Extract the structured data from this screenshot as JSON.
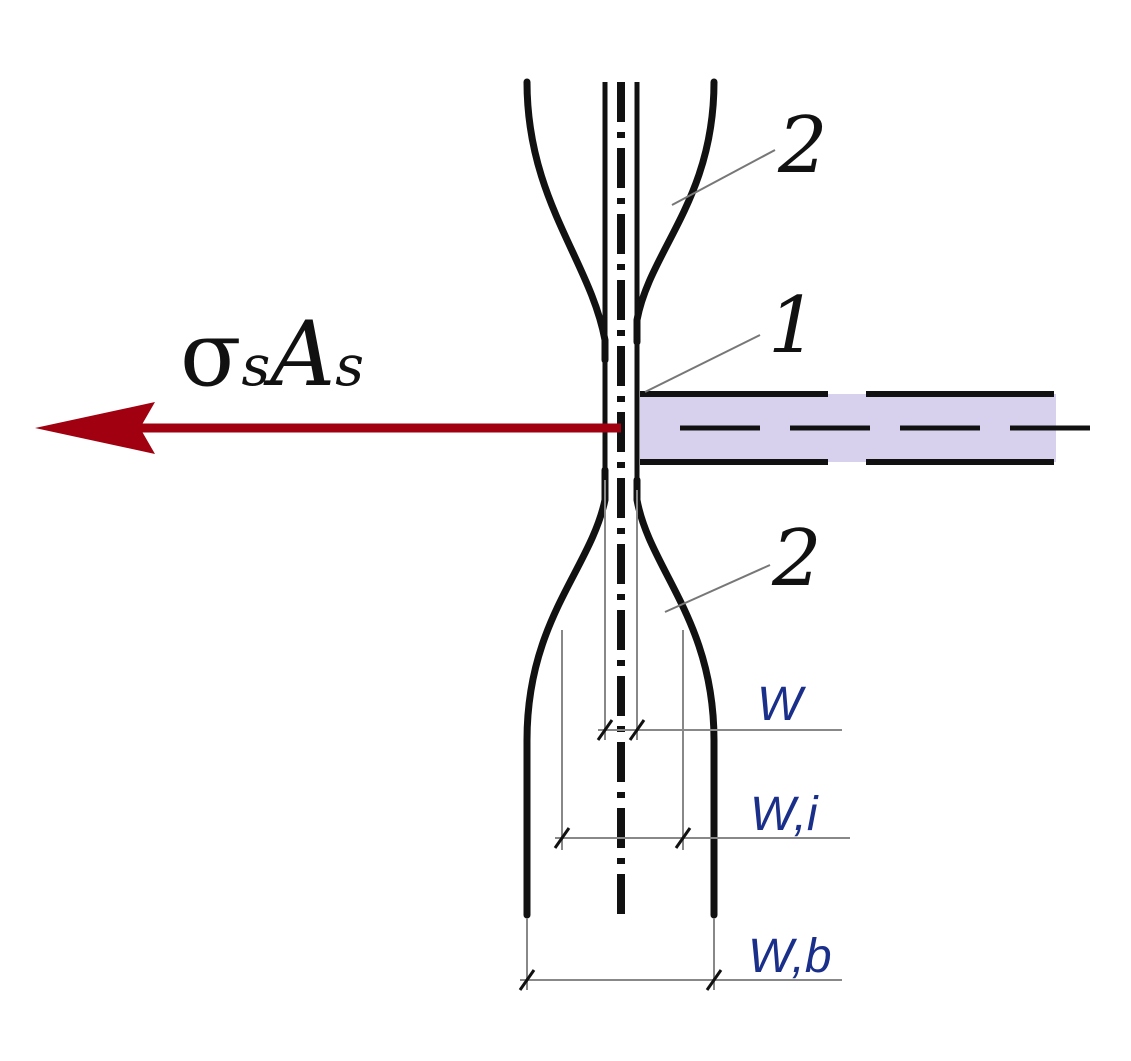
{
  "force_label": {
    "sigma": "σ",
    "sigma_sub": "s",
    "area": "A",
    "area_sub": "s"
  },
  "callouts": {
    "upper_crack_zone": "2",
    "reinforcement_bar": "1",
    "lower_crack_zone": "2"
  },
  "dimensions": {
    "crack_width": "W",
    "crack_width_inner": "W,i",
    "crack_width_base": "W,b"
  },
  "colors": {
    "force_arrow": "#a0000f",
    "bar_fill": "#d8d1ee",
    "lines": "#111111",
    "dim_lines": "#888888",
    "dim_text": "#1a2f8a"
  }
}
